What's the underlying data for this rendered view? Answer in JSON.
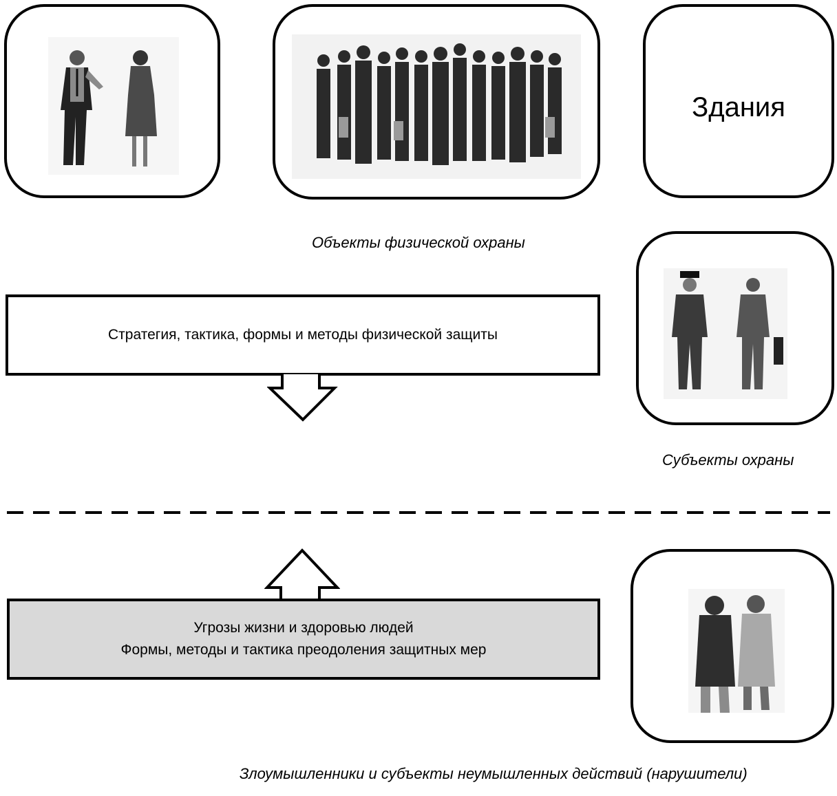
{
  "cards": {
    "buildings_label": "Здания"
  },
  "captions": {
    "protected_objects": "Объекты физической охраны",
    "security_subjects": "Субъекты охраны",
    "violators": "Злоумышленники и субъекты неумышленных действий (нарушители)"
  },
  "boxes": {
    "strategy": "Стратегия, тактика, формы и методы физической защиты",
    "threats_line1": "Угрозы жизни и здоровью людей",
    "threats_line2": "Формы, методы и тактика преодоления защитных мер"
  },
  "icons": {
    "pair": "business-couple-icon",
    "crowd": "business-crowd-icon",
    "guards": "guard-and-manager-icon",
    "violators": "hooded-figures-icon"
  }
}
